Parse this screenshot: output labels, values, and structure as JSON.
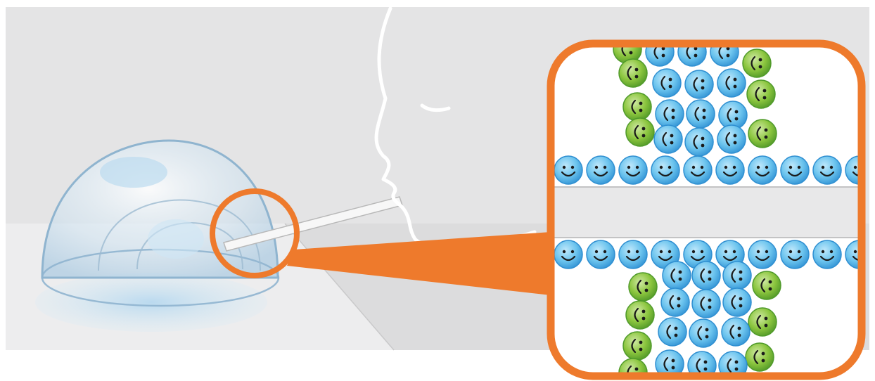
{
  "figure": {
    "description_text": ""
  },
  "colors": {
    "background_wall": "#e3e3e4",
    "table_top": "#eeeeef",
    "floor": "#ffffff",
    "outline_orange": "#ee7a2c",
    "blue_molecule": "#6cc4ee",
    "blue_molecule_edge": "#2f8fd1",
    "green_molecule": "#8cc63f",
    "green_molecule_edge": "#4f9a2a",
    "face_ink": "#1a1a1a",
    "straw": "#f7f7f7",
    "face_profile": "#ffffff"
  },
  "elements": {
    "bubble": "soap-bubble-dome",
    "person": "face-profile-line",
    "straw": "drinking-straw",
    "zoom": "magnified-bubble-film",
    "surfactant_layer": "smiley-molecule-rows"
  }
}
